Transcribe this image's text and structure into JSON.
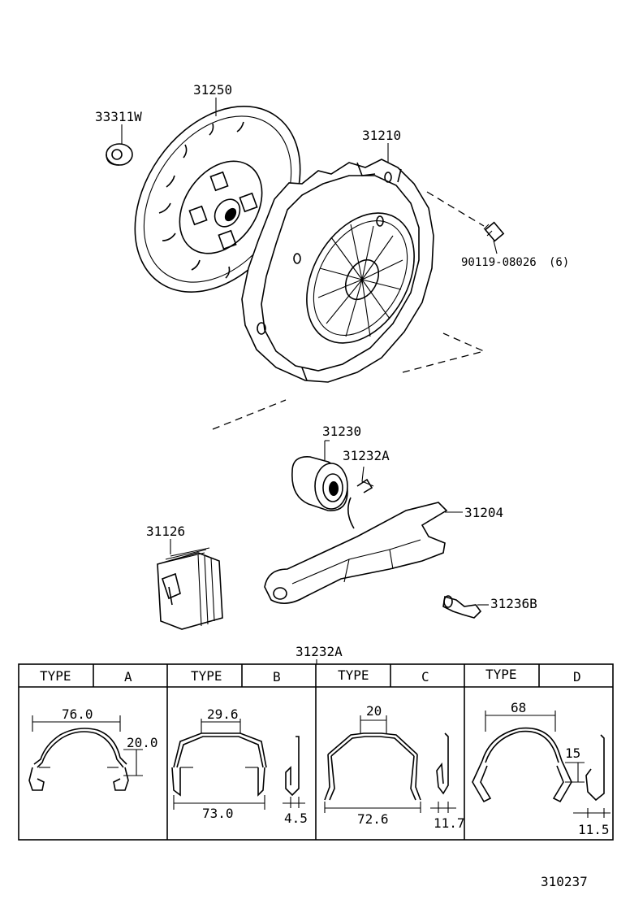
{
  "parts": {
    "bearing_top": "33311W",
    "disc": "31250",
    "cover": "31210",
    "bolt": "90119-08026",
    "bolt_qty": "(6)",
    "release_bearing": "31230",
    "clip": "31232A",
    "fork": "31204",
    "boot": "31126",
    "pivot": "31236B"
  },
  "table": {
    "title": "31232A",
    "types": [
      {
        "header": "TYPE",
        "letter": "A",
        "dims": [
          "76.0",
          "20.0"
        ]
      },
      {
        "header": "TYPE",
        "letter": "B",
        "dims": [
          "29.6",
          "73.0",
          "4.5"
        ]
      },
      {
        "header": "TYPE",
        "letter": "C",
        "dims": [
          "20",
          "72.6",
          "11.7"
        ]
      },
      {
        "header": "TYPE",
        "letter": "D",
        "dims": [
          "68",
          "15",
          "11.5"
        ]
      }
    ]
  },
  "figure_number": "310237"
}
